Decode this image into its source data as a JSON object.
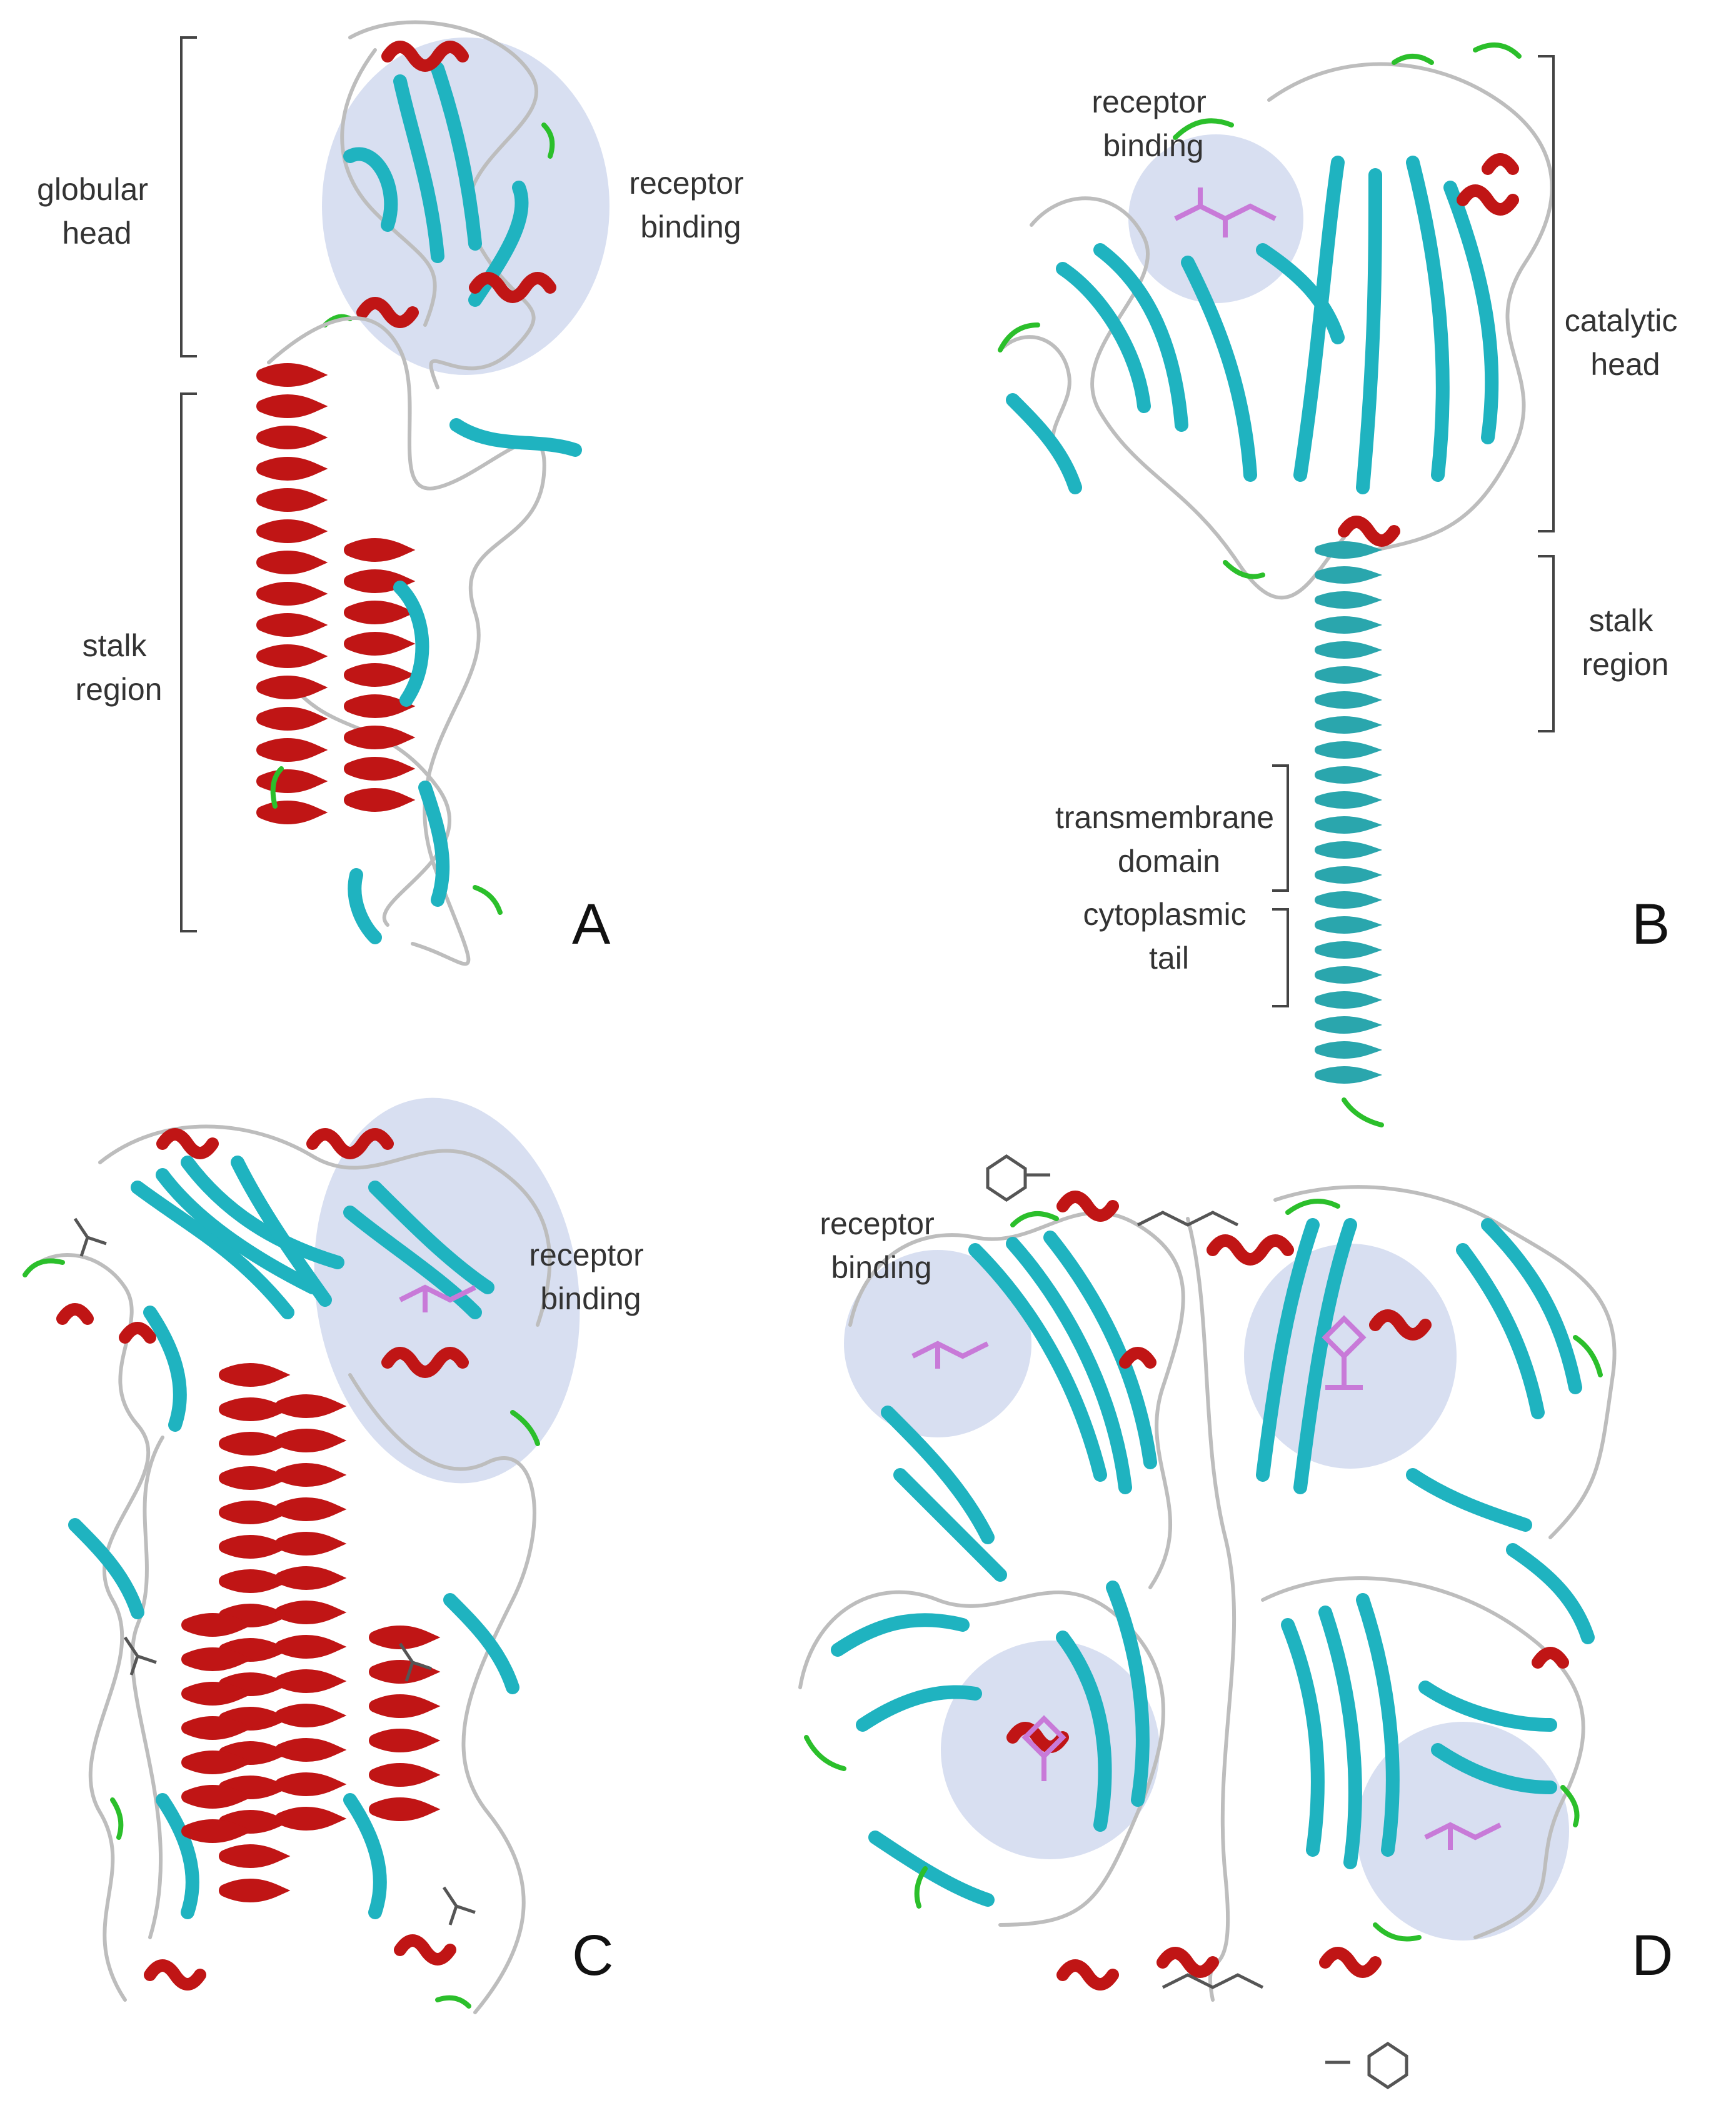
{
  "panels": {
    "a": {
      "letter": "A",
      "labels": {
        "globular_head": [
          "globular",
          "head"
        ],
        "receptor_binding": [
          "receptor",
          "binding"
        ],
        "stalk_region": [
          "stalk",
          "region"
        ]
      }
    },
    "b": {
      "letter": "B",
      "labels": {
        "receptor_binding": [
          "receptor",
          "binding"
        ],
        "catalytic_head": [
          "catalytic",
          "head"
        ],
        "stalk_region": [
          "stalk",
          "region"
        ],
        "transmembrane_domain": [
          "transmembrane",
          "domain"
        ],
        "cytoplasmic_tail": [
          "cytoplasmic",
          "tail"
        ]
      }
    },
    "c": {
      "letter": "C",
      "labels": {
        "receptor_binding": [
          "receptor",
          "binding"
        ]
      }
    },
    "d": {
      "letter": "D",
      "labels": {
        "receptor_binding": [
          "receptor",
          "binding"
        ]
      }
    }
  },
  "colors": {
    "helix": "#c01515",
    "strand": "#1fb3c0",
    "loop": "#bdbdbd",
    "turn": "#2bbf2b",
    "binding_site": "#c9d2ec",
    "ligand": "#c87ad8"
  }
}
